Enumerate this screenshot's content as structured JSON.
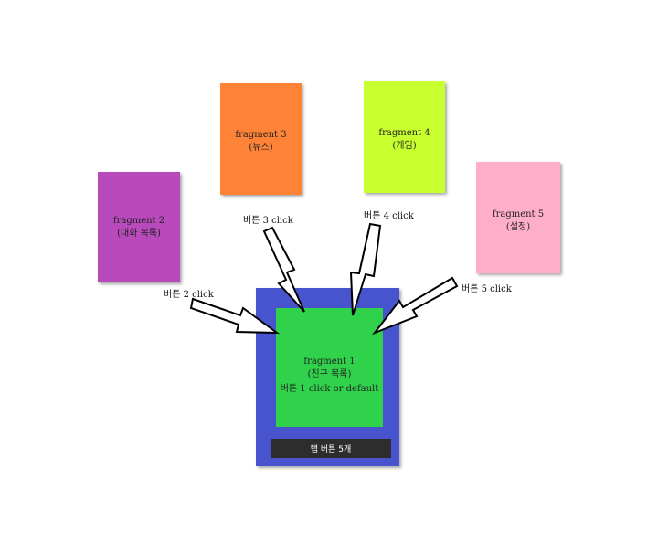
{
  "fragments": {
    "f1": {
      "title": "fragment 1",
      "subtitle": "(친구 목록)",
      "note": "버튼 1 click or default"
    },
    "f2": {
      "title": "fragment 2",
      "subtitle": "(대화 목록)"
    },
    "f3": {
      "title": "fragment 3",
      "subtitle": "(뉴스)"
    },
    "f4": {
      "title": "fragment 4",
      "subtitle": "(게임)"
    },
    "f5": {
      "title": "fragment 5",
      "subtitle": "(설정)"
    }
  },
  "tab_bar": {
    "label": "탭 버튼 5개"
  },
  "arrow_labels": {
    "b2": "버튼 2 click",
    "b3": "버튼 3 click",
    "b4": "버튼 4 click",
    "b5": "버튼 5 click"
  },
  "colors": {
    "fragment1": "#2fd24a",
    "fragment2": "#b84abb",
    "fragment3": "#fe8336",
    "fragment4": "#c7ff2f",
    "fragment5": "#ffaec9",
    "device": "#4854cd",
    "tab_bar": "#2d2d2d"
  }
}
